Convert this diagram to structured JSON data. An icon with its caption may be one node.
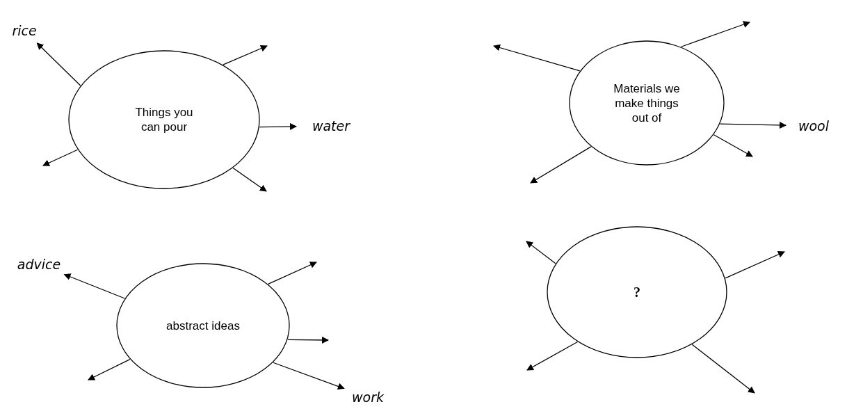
{
  "diagram": {
    "nodes": [
      {
        "text": [
          "rice"
        ]
      },
      {
        "text": [
          "Things you can pour"
        ]
      },
      {
        "text": [
          "water"
        ]
      },
      {
        "text": [
          "Materials we make things out of"
        ]
      },
      {
        "text": [
          "wool"
        ]
      },
      {
        "text": [
          "advice"
        ]
      },
      {
        "text": [
          "abstract ideas"
        ]
      },
      {
        "text": [
          "work"
        ]
      },
      {
        "text": [
          "?"
        ]
      }
    ],
    "edges": [
      {
        "from": 1,
        "to": 0,
        "arrow": "to"
      },
      {
        "from": 1,
        "to": null,
        "arrow": "to"
      },
      {
        "from": 1,
        "to": 2,
        "arrow": "to"
      },
      {
        "from": 1,
        "to": null,
        "arrow": "to"
      },
      {
        "from": 1,
        "to": null,
        "arrow": "to"
      },
      {
        "from": 3,
        "to": null,
        "arrow": "to"
      },
      {
        "from": 3,
        "to": null,
        "arrow": "to"
      },
      {
        "from": 3,
        "to": 4,
        "arrow": "to"
      },
      {
        "from": 3,
        "to": null,
        "arrow": "to"
      },
      {
        "from": 3,
        "to": null,
        "arrow": "to"
      },
      {
        "from": 6,
        "to": 5,
        "arrow": "to"
      },
      {
        "from": 6,
        "to": null,
        "arrow": "to"
      },
      {
        "from": 6,
        "to": null,
        "arrow": "to"
      },
      {
        "from": 6,
        "to": 7,
        "arrow": "to"
      },
      {
        "from": 6,
        "to": null,
        "arrow": "to"
      },
      {
        "from": 8,
        "to": null,
        "arrow": "to"
      },
      {
        "from": 8,
        "to": null,
        "arrow": "to"
      },
      {
        "from": 8,
        "to": null,
        "arrow": "to"
      },
      {
        "from": 8,
        "to": null,
        "arrow": "to"
      }
    ]
  }
}
